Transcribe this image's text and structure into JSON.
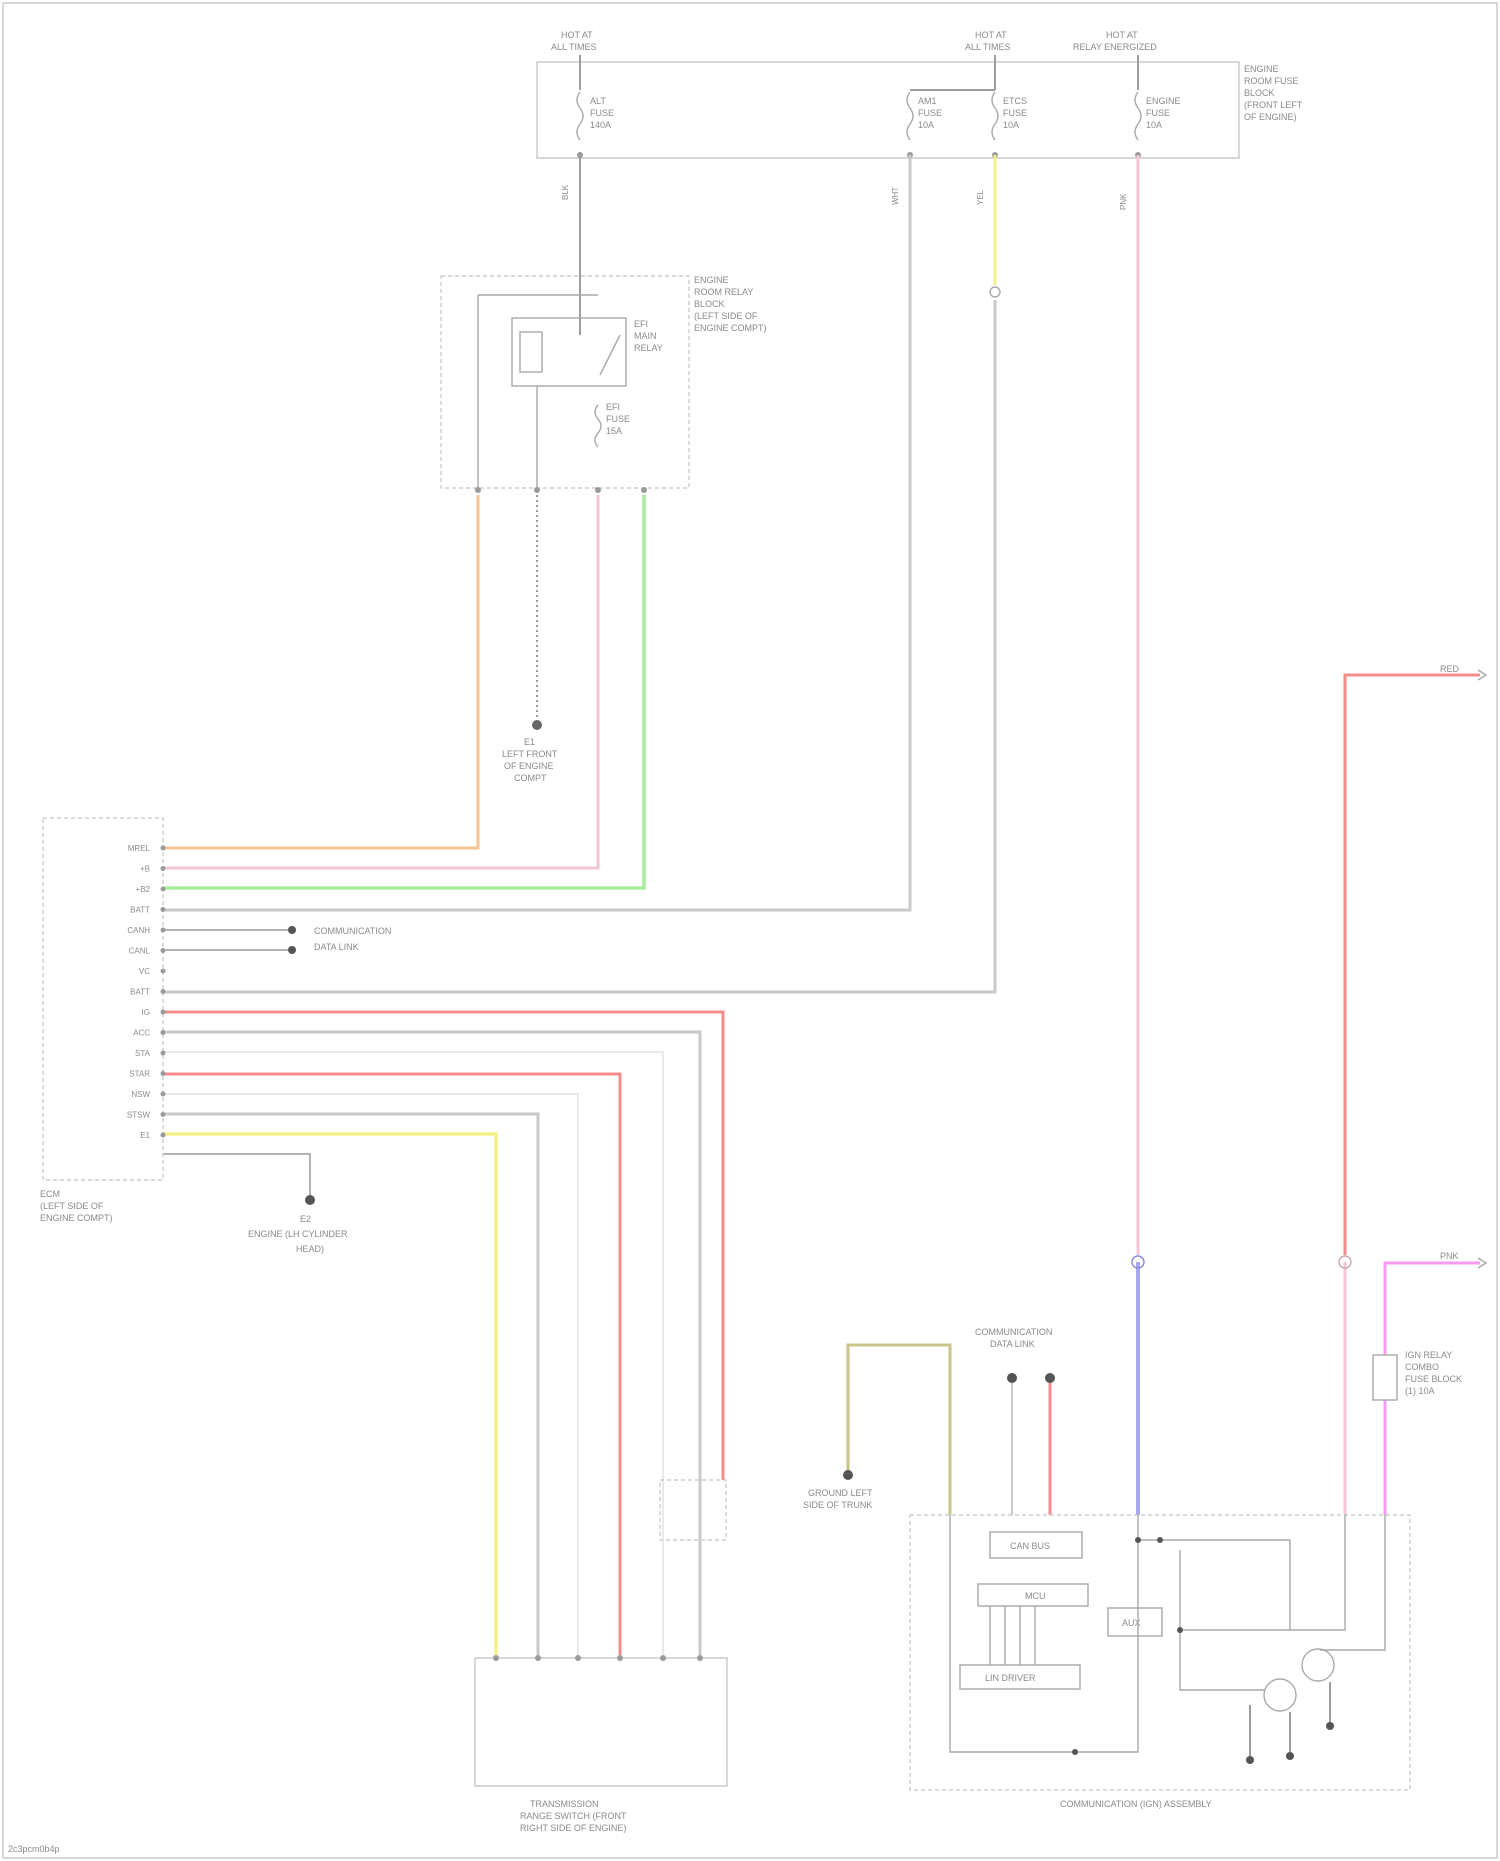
{
  "header_fuses": [
    {
      "label_line1": "HOT AT",
      "label_line2": "ALL TIMES"
    },
    {
      "label_line1": "HOT AT",
      "label_line2": "ALL TIMES"
    },
    {
      "label_line1": "HOT AT",
      "label_line2": "RELAY ENERGIZED"
    }
  ],
  "fuse_box": {
    "label_lines": [
      "ENGINE",
      "ROOM FUSE",
      "BLOCK",
      "(FRONT LEFT",
      "OF ENGINE)"
    ],
    "fuses": [
      {
        "name": "ALT",
        "line2": "FUSE",
        "line3": "140A"
      },
      {
        "name": "AM1",
        "line2": "FUSE",
        "line3": "10A"
      },
      {
        "name": "ETCS",
        "line2": "FUSE",
        "line3": "10A"
      },
      {
        "name": "ENGINE",
        "line2": "FUSE",
        "line3": "10A"
      }
    ]
  },
  "relay_block": {
    "label_lines": [
      "ENGINE",
      "ROOM RELAY",
      "BLOCK",
      "(LEFT SIDE OF",
      "ENGINE COMPT)"
    ],
    "relay_label": [
      "EFI",
      "MAIN",
      "RELAY"
    ],
    "fuse_label": [
      "EFI",
      "FUSE",
      "15A"
    ]
  },
  "ground_left": {
    "label_lines": [
      "E1",
      "LEFT FRONT",
      "OF ENGINE",
      "COMPT"
    ]
  },
  "ecm": {
    "label_lines": [
      "ECM",
      "(LEFT SIDE OF",
      "ENGINE COMPT)"
    ],
    "pins": [
      "MREL",
      "+B",
      "+B2",
      "BATT",
      "CANH",
      "CANL",
      "VC",
      "BATT",
      "IG",
      "ACC",
      "STA",
      "STAR",
      "NSW",
      "STSW",
      "E1"
    ]
  },
  "connectors": {
    "can_block_ref": [
      "COMMUNICATION",
      "DATA LINK"
    ],
    "can_block_ref2": [
      "COMMUNICATION",
      "DATA LINK"
    ],
    "ground_engine": [
      "E2",
      "ENGINE (LH CYLINDER",
      "HEAD)"
    ],
    "ground_body": [
      "GROUND LEFT",
      "SIDE OF TRUNK"
    ],
    "fuse_right": [
      "IGN RELAY",
      "COMBO",
      "FUSE BLOCK",
      "(1) 10A"
    ]
  },
  "right_taps": [
    {
      "label": "RED"
    },
    {
      "label": "PNK"
    }
  ],
  "transmission": {
    "label_lines": [
      "TRANSMISSION",
      "RANGE SWITCH (FRONT",
      "RIGHT SIDE OF ENGINE)"
    ]
  },
  "combo_module": {
    "label": "COMMUNICATION (IGN) ASSEMBLY",
    "inner": [
      "CAN BUS",
      "MCU",
      "LIN DRIVER",
      "AUX"
    ]
  },
  "footer": {
    "code": "2c3pcm0b4p"
  }
}
